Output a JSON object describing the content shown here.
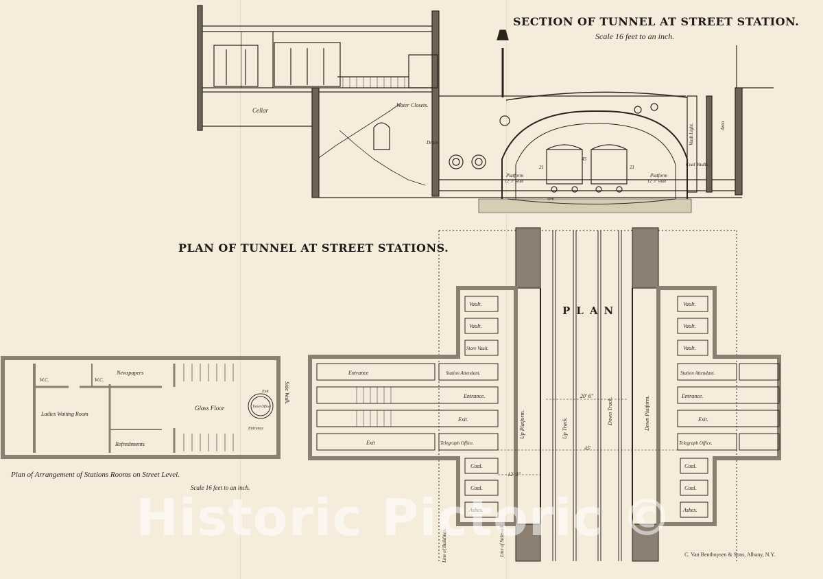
{
  "section": {
    "title": "SECTION OF TUNNEL AT STREET STATION.",
    "scale": "Scale 16 feet to an inch.",
    "labels": {
      "cellar": "Cellar",
      "water_closets": "Water Closets.",
      "drain": "Drain",
      "platform_left": "Platform",
      "platform_left_width": "12' 3\" wide",
      "platform_right": "Platform",
      "platform_right_width": "12' 3\" wide",
      "coal_vaults": "Coal Vaults.",
      "vault_light": "Vault Light.",
      "area": "Area",
      "dim_45": "45",
      "dim_left": "21",
      "dim_right": "21",
      "drain_bottom": "Drn"
    }
  },
  "plan": {
    "title": "PLAN OF TUNNEL AT STREET STATIONS.",
    "plan_word": "PLAN",
    "left_rooms": {
      "vaults": [
        "Vault.",
        "Vault.",
        "Store Vault."
      ],
      "station_attendant": "Station Attendant.",
      "telegraph_office": "Telegraph Office.",
      "coal": [
        "Coal.",
        "Coal."
      ],
      "ashes": "Ashes."
    },
    "right_rooms": {
      "vaults": [
        "Vault.",
        "Vault.",
        "Vault."
      ],
      "station_attendant": "Station Attendant.",
      "telegraph_office": "Telegraph Office.",
      "coal": [
        "Coal.",
        "Coal."
      ],
      "ashes": "Ashes."
    },
    "passages": {
      "entrance_top": "Entrance",
      "entrance": "Entrance.",
      "exit": "Exit.",
      "exit_bottom": "Exit",
      "entrance_right": "Entrance.",
      "exit_right": "Exit."
    },
    "tracks": {
      "up_platform": "Up Platform.",
      "up_track": "Up Track.",
      "down_track": "Down Track.",
      "down_platform": "Down Platform."
    },
    "dimensions": {
      "track_width": "20' 6\"",
      "total_width": "45'",
      "platform_width": "12' 3\""
    },
    "margins": {
      "line_of_buildings": "Line of Buildings.",
      "line_of_sidewalk": "Line of Sidewalk."
    }
  },
  "street_level": {
    "wc_1": "W.C.",
    "wc_2": "W.C.",
    "newspapers": "Newspapers",
    "ladies_waiting_room": "Ladies Waiting Room",
    "refreshments": "Refreshments",
    "glass_floor": "Glass Floor",
    "exit": "Exit",
    "ticket_office": "Ticket Office",
    "entrance": "Entrance",
    "side_walk": "Side Walk.",
    "caption": "Plan of Arrangement of Stations Rooms on Street Level.",
    "scale": "Scale 16 feet to an inch."
  },
  "footer": {
    "credit": "C. Van Benthuysen & Sons, Albany, N.Y.",
    "watermark": "Historic Pictoric ©"
  }
}
